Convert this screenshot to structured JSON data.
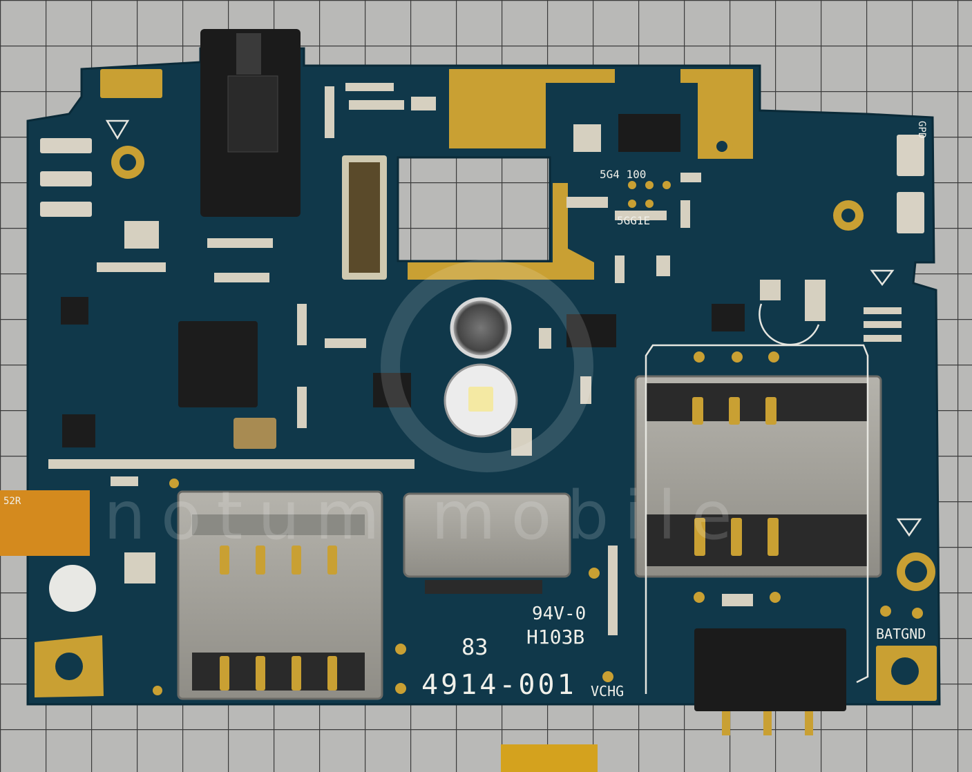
{
  "silkscreen": {
    "rating": "94V-0",
    "board_code": "H103B",
    "batch": "83",
    "part_no": "4914-001",
    "vchg": "VCHG",
    "batgnd": "BATGND",
    "gpd": "GPD",
    "cam_code": "5G4 100",
    "bottom_code": "5GG1E",
    "left_code": "52R"
  },
  "watermark": {
    "brand": "notum mobile"
  },
  "colors": {
    "board": "#10384a",
    "gold": "#c9a033",
    "grid_bg": "#b9b9b7",
    "shield": "#9a9a94"
  }
}
